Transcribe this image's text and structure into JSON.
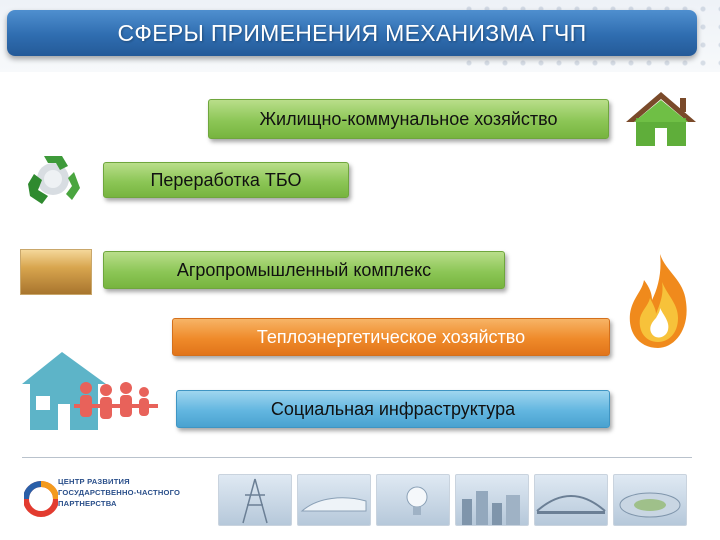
{
  "slide": {
    "title": "СФЕРЫ ПРИМЕНЕНИЯ МЕХАНИЗМА ГЧП"
  },
  "sectors": [
    {
      "label": "Жилищно-коммунальное хозяйство",
      "color": "#8cc656",
      "icon": "house-icon"
    },
    {
      "label": "Переработка ТБО",
      "color": "#8cc656",
      "icon": "recycle-icon"
    },
    {
      "label": "Агропромышленный комплекс",
      "color": "#8cc656",
      "icon": "wheat-field-icon"
    },
    {
      "label": "Теплоэнергетическое хозяйство",
      "color": "#ef8a2a",
      "icon": "flame-icon"
    },
    {
      "label": "Социальная инфраструктура",
      "color": "#62b6e0",
      "icon": "family-home-icon"
    }
  ],
  "footer": {
    "logo_line1": "ЦЕНТР РАЗВИТИЯ",
    "logo_line2": "ГОСУДАРСТВЕННО-ЧАСТНОГО",
    "logo_line3": "ПАРТНЕРСТВА",
    "photos": [
      "power-line-photo",
      "high-speed-train-photo",
      "light-bulb-photo",
      "city-photo",
      "bridge-photo",
      "stadium-photo"
    ]
  }
}
